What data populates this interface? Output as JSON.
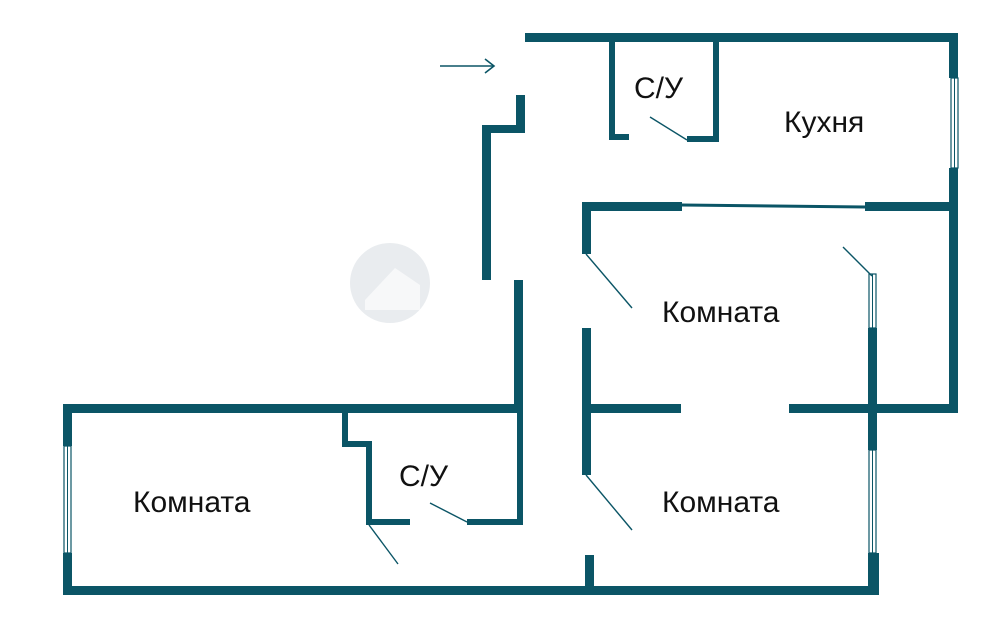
{
  "rooms": {
    "bathroom_top": "С/У",
    "kitchen": "Кухня",
    "room_middle": "Комната",
    "room_left": "Комната",
    "bathroom_bottom": "С/У",
    "room_bottom_right": "Комната"
  },
  "colors": {
    "wall": "#0b5566",
    "label": "#111111",
    "background": "#ffffff"
  },
  "icons": {
    "entrance": "arrow-right-icon",
    "watermark": "house-logo-icon"
  }
}
